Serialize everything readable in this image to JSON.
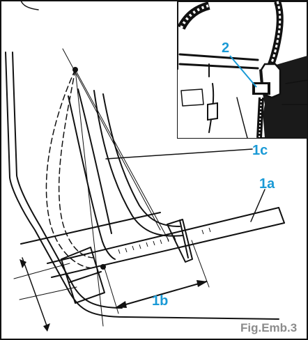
{
  "labels": {
    "l1a": "1a",
    "l1b": "1b",
    "l1c": "1c",
    "l2": "2",
    "fig": "Fig.Emb.3"
  },
  "colors": {
    "label_blue": "#1a9ad6",
    "caption_gray": "#8c8c8c",
    "ink": "#111111"
  }
}
